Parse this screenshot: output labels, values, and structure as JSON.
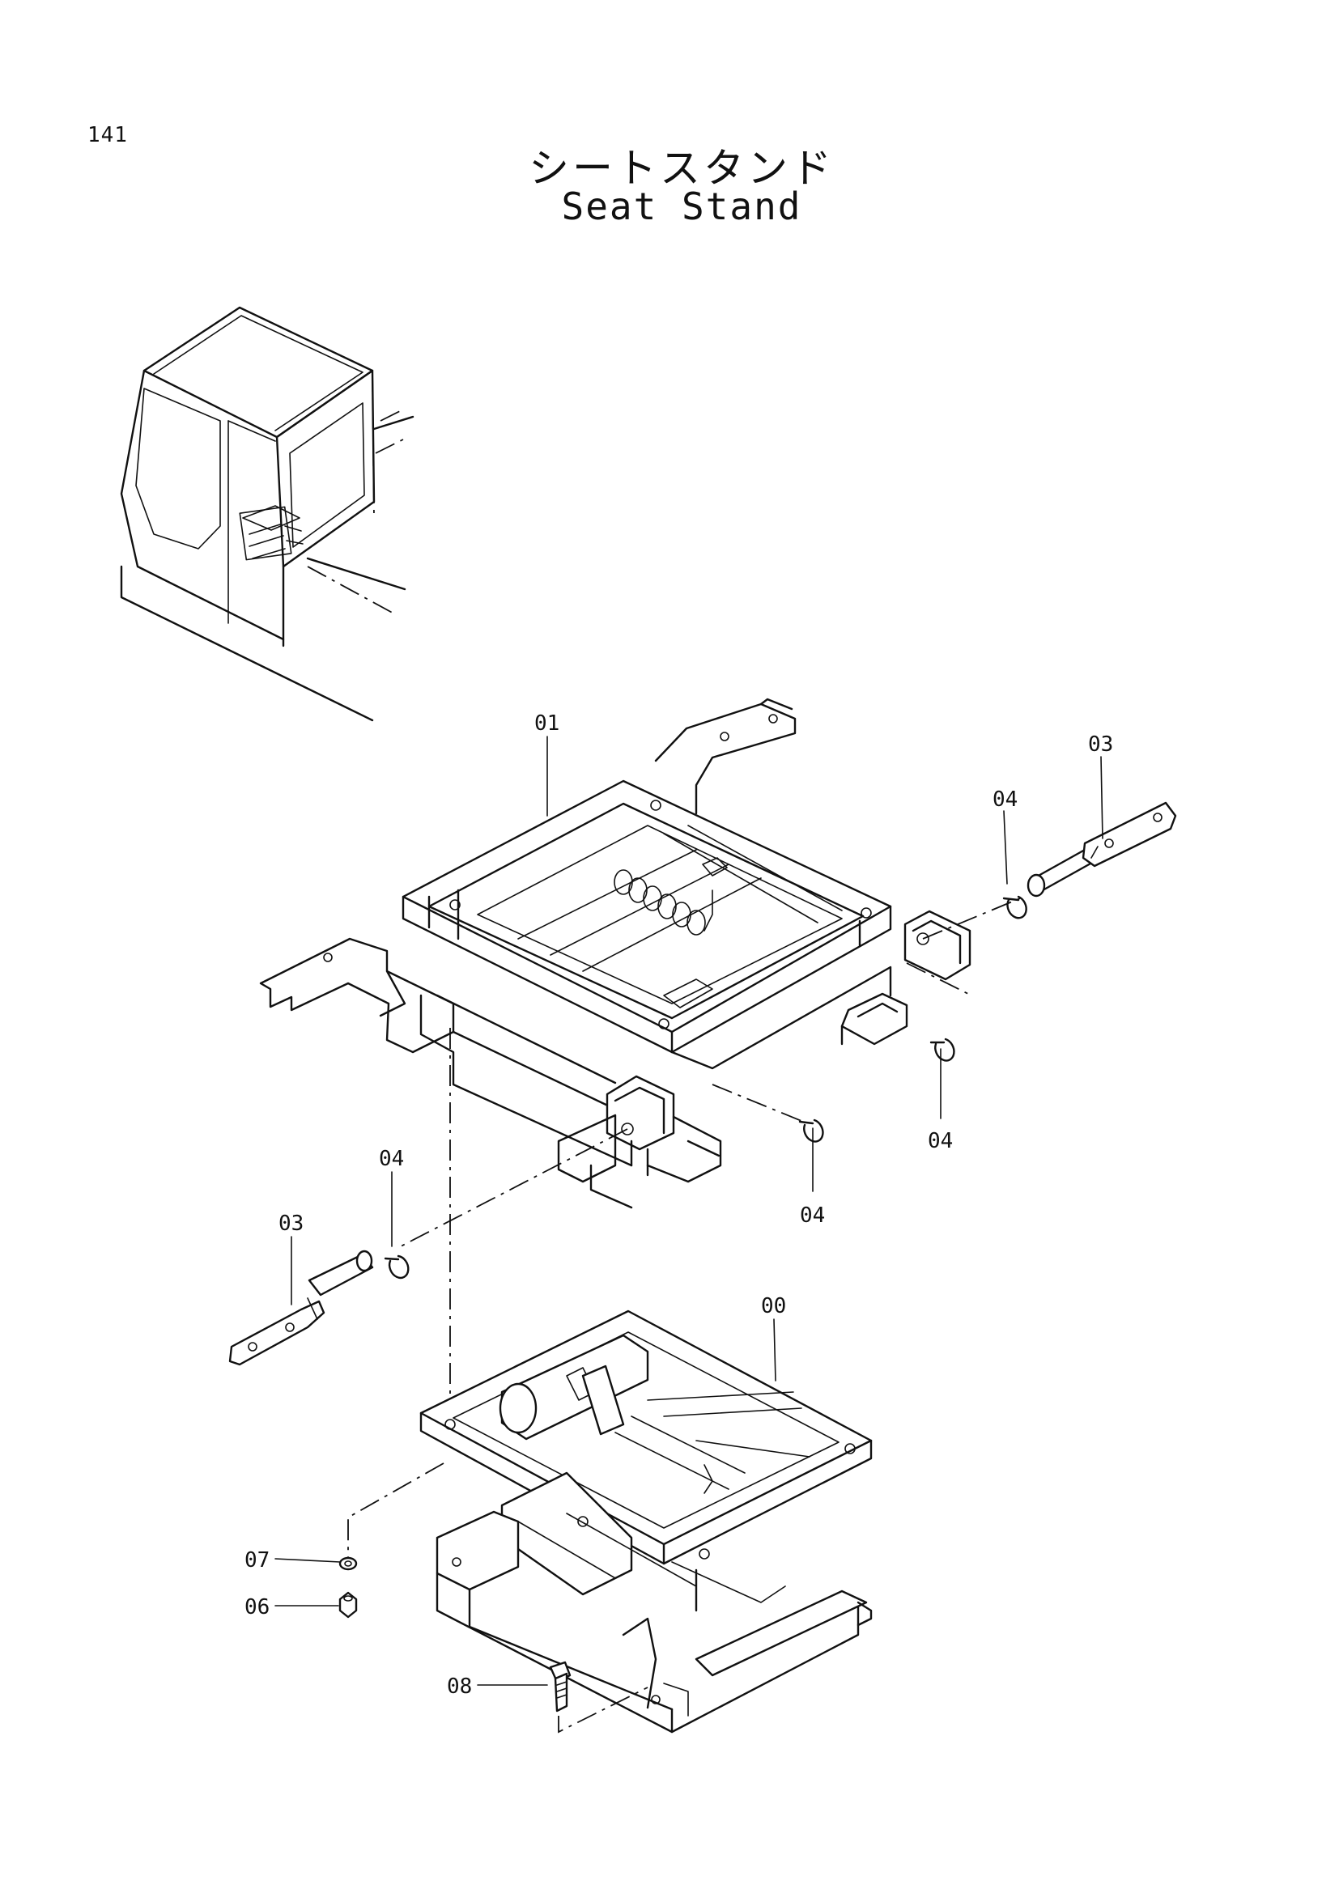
{
  "page_number": "141",
  "title_jp": "シートスタンド",
  "title_en": "Seat Stand",
  "callouts": {
    "c01": "01",
    "c03_right": "03",
    "c04_right_top": "04",
    "c04_right_bottom": "04",
    "c04_center": "04",
    "c04_left": "04",
    "c03_left": "03",
    "c00": "00",
    "c07": "07",
    "c06": "06",
    "c08": "08"
  }
}
